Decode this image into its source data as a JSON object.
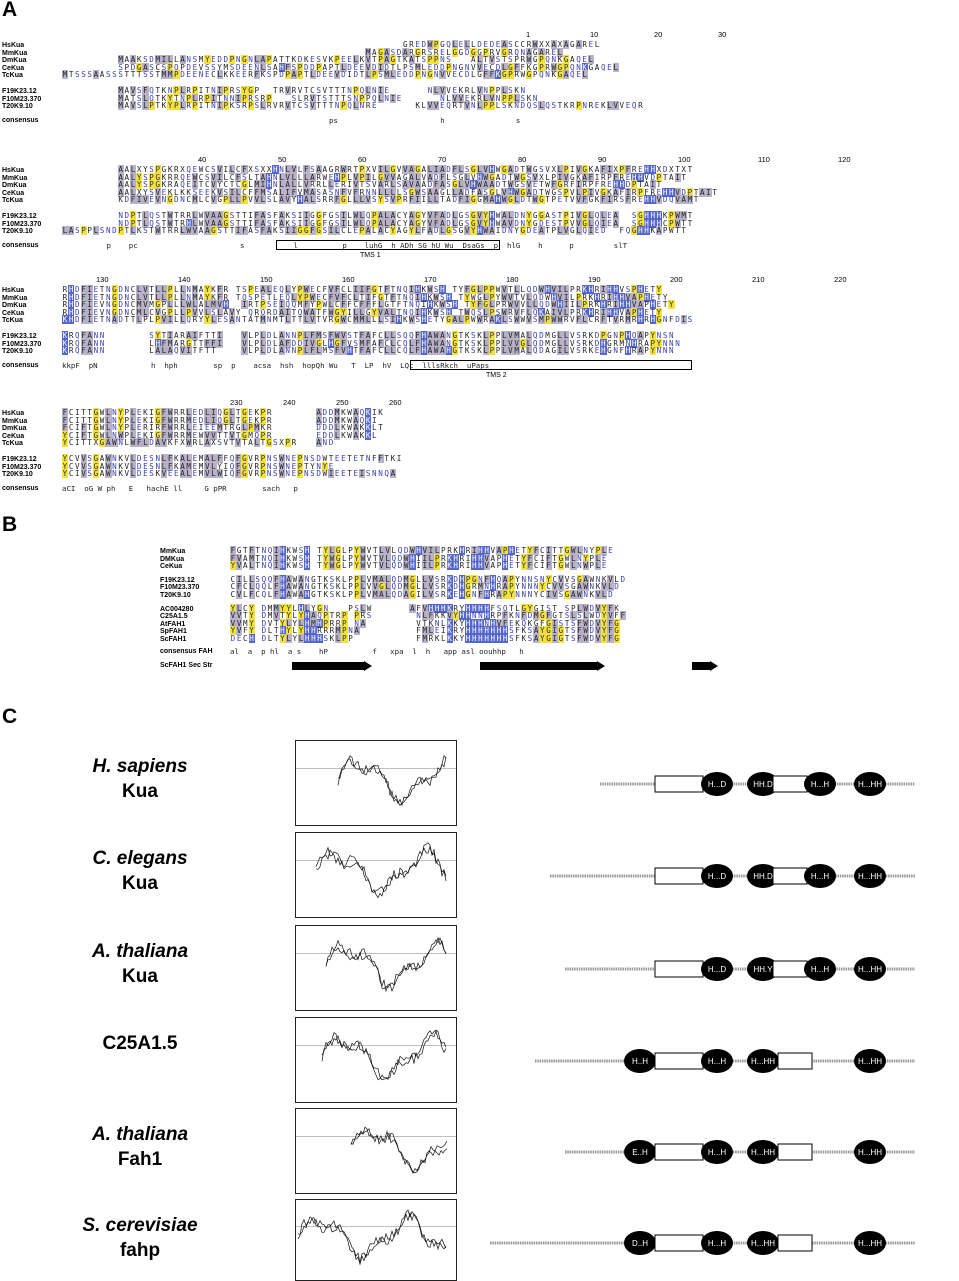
{
  "panels": {
    "a": "A",
    "b": "B",
    "c": "C"
  },
  "blockA1": {
    "numbers": [
      "1",
      "10",
      "20",
      "30"
    ],
    "names": [
      "HsKua",
      "MmKua",
      "DmKua",
      "CeKua",
      "TcKua"
    ],
    "names2": [
      "F19K23.12",
      "F10M23.370",
      "T20K9.10"
    ],
    "consensus_label": "consensus",
    "rows": [
      "                                                       GREDWPGQLELLDEDEASCCRWXXAXAGAREL",
      "                                                 MAGASDARGRSRELGGDGGPRVGRQNAGAREL",
      "         MAAKSDMILLANSMYEDDPNGNLAPATTKDKESVKPEELKVTPAGTKATSPPNS   ALTVSTSPRWGPQNKGAQEL",
      "         SPDGASCSPQPDEVSSYMSDEENLSAHFSPDDPAPTLDEEVDIDTLPSMLEDDPNGNVVECDLGFFKGPRWGPQNKGAQEL",
      "MTSSSAASSSTTTSSTMMPDEENECLKKEERFKSPDPAPTLDEEVDIDTLPSMLEDDPNGNVVECDLGFFKGPRWGPQNKGAQEL"
    ],
    "rows2": [
      "         MAVSFQTKNPLRPITNIPRSYGP  TRVRVTCSVTTTNPQLNIE      NLVVEKRLVNPPLSKN",
      "         MATSLQTKYTNPLRPITNNIPRSRP   SLRVTSTTTSNPPQLNIE      NLVVEKRLVNPPLSKN",
      "         MAVSLPTKYPLRPITNIPKSRPSLRVRVTCSVTTTNPQLNRE      KLVVEQRTVNLPPLSKNDQSLQSTKRPNREKLVVEQR"
    ],
    "consensus": "                                                            ps                       h                s"
  },
  "blockA2": {
    "numbers": [
      "40",
      "50",
      "60",
      "70",
      "80",
      "90",
      "100",
      "110",
      "120"
    ],
    "names": [
      "HsKua",
      "MmKua",
      "DmKua",
      "CeKua",
      "TcKua"
    ],
    "names2": [
      "F19K23.12",
      "F10M23.370",
      "T20K9.10"
    ],
    "consensus_label": "consensus",
    "rows": [
      "         AALXYSPGKRXQEWCSVILCFXSXXHNLVLFSAAGRWRTPXVILGVVAGALIADFLSGLVHWGADTWGSVXLPIVGKAFIXPFREHHXDXTXT",
      "         AALYSPGKRRQEWCSVILCFSLTAHNLVLLLARWEHPLVPILGVVAGALVADFLSGLVHWGADTWGSVXLPIVGKAFIRPFREHHVDPTAIT",
      "         AALYSPGKRAQEITCVYCTCGLMIHNLALLVRRLLERIVTSVARLSAVAADFASGLVHWAADTWGSVETWFGRFIRPFREHHDPTAIT",
      "         AALXYSVEKLKKSEEKVSILCFFMSALIFVMASASNFVFRNNLLLLSGWSAAGLLADFASGLVHWGADTWGSPVLPIVGKAFIRPFREHHVDPTAIT",
      "         KDFIVEVNGDNCMLCVGPLLPVVLSLAVYHALSRRFGLLLVSYSVPRFIILLTADFIGGMAHWGLDTWGTPETVVFGKFIRSFREHHVDQVAMT"
    ],
    "rows2": [
      "         NDPTLQSTWTRRLWVAAGSTTIFASFAKSIIGGFGSILWLQPALACYAGYVFADLGSGVYHWALDNYGGASTPIVGLQLEA  SGHHHKPWMT",
      "         NDPTLQSTWTRHLWVAAGSTTIFASFAKSIIGGFGSILWLQPALACYAGYVFADLGSGVYHWAVDNYGDESTPVVGLQIEA  SGHHHCPWTT",
      "LASPPLSNDPTLKSTWTRRLWVAAGSTTIFASFAKSIIGGFGSILCLEPALACYAGYLFADLGSGVYHWAIDNYGDEATPLVGLQIED  FQGHHKAPWTT"
    ],
    "consensus": "          p    pc                       s           l          p    luhG  h ADh SG hU Wu  DsaGs  p  hlG    h      p         slT",
    "tms": "TMS 1"
  },
  "blockA3": {
    "numbers": [
      "130",
      "140",
      "150",
      "160",
      "170",
      "180",
      "190",
      "200",
      "210",
      "220"
    ],
    "names": [
      "HsKua",
      "MmKua",
      "DmKua",
      "CeKua",
      "TcKua"
    ],
    "names2": [
      "F19K23.12",
      "F10M23.370",
      "T20K9.10"
    ],
    "consensus_label": "consensus",
    "rows": [
      "RHDFIETNGDNCLVTLLPLLNMAYKFR TSPEALEQLYPWECFVFCLIIFGTFTNQIHKWSH TYFGLPPWVTLLQDWHVILPRKHRIHHVSPHETY",
      "RHDFIETNGDNCLVTLLPLLNMAYKFR TQSPETLEQLYPWECFVFCLTIFGTFTNQIHKWSH TYWGLPYWVTVLQDWHVILPRKHRIHHVAPHETY",
      "RHDFIEVNGDNCMVMGPLLLWLALMVH  IRTPSEIQQMFYPWLCFFCFFFLGTFTNQIHKWSH TYFGLPRWVVLLQDWHIILPRKHRIHHVAPHETY",
      "RHDFIEVNGDNCMLCVGPLLPVVLSLAVY QRQRDAITQWATFWGYILLGYVALTNQIHKWSH TWQSLPSWRVFLQKAIVLPRKHRIHHVAPHETY",
      "KHDFIETNADTTLPLPVILLQRYYLESANTATMNMTLTTLVTVRGWCMMLLLSIHKWSHETYGALPWWRAKLSWWVSMPWWRVFLCRFTVRMRHRHGNFDIS"
    ],
    "rows2": [
      "KRQFANN       SYTIARAIFTTI   VLPLDLANNPLFMSFWVSTFAFCLLSQQFHAWANGTKSKLPPLVMALQDMGLLVSRKDPGNPHQAPYNSN",
      "KRQFANN       LHFMARGTTFFI   VLPLDLAFDDIVGLHGFVSMFAFCLCQLFHAWANGTKSKLPPLVVGLQDMGLLVSRKDHGRMNHRAPYNNN",
      "KRQFANN       LALAQVITFTT    VLPLDLANNPLFLMSFVHTFAFCLLCQLFHAWAHGTKSKLPPLVMALQDAGILVSRKEHGNFHRAPYNNN"
    ],
    "consensus": "kkpF  pN            h  hph        sp  p    acsa  hsh  hopQh Wu   T  LP  hV  LQc  lllsRkch  uPaps",
    "tms": "TMS 2"
  },
  "blockA4": {
    "numbers": [
      "230",
      "240",
      "250",
      "260"
    ],
    "names": [
      "HsKua",
      "MmKua",
      "DmKua",
      "CeKua",
      "TcKua"
    ],
    "names2": [
      "F19K23.12",
      "F10M23.370",
      "T20K9.10"
    ],
    "consensus_label": "consensus",
    "rows": [
      "FCITTGWLNYPLEKIGFWRRLEDLIQGLTGEKPR       ADDMKWAQKIK",
      "FCITTGWLNYPLEKIGFWRRMEDLIQGLTGEKPR       ADDMKWAQKI",
      "FCIFTGWLNYPLERIRFWRRLEIEEMTRGLPMKR       DDDLKWAKKLT",
      "YCIFTGWLNWPLEKIGFWRRMEWVVTTVTGMQPR       EDDLKWAKKL",
      "YCITTXGAWNLWFLDAVKFXWRLAXSVTVTALTGSXPR   AND"
    ],
    "rows2": [
      "YCVVSGAWNKVLDESNLFKALEMALFFQFGVRPNSWNEPNSDWTEETETNFFTKI",
      "YCVVSGAWNKVLDESNLFKAMEMVLYIQFGVRPNSWNEPTYNYE",
      "YCIVSGAWNKVLDESKVEEALEMVLWIQFGVRPNSWNEPNSDWIEETEISNNQA"
    ],
    "consensus": "aCI  oG W ph   E   hachE ll     G pPR        sach   p"
  },
  "blockB": {
    "names": [
      "MmKua",
      "DMKua",
      "CeKua"
    ],
    "names2": [
      "F19K23.12",
      "F10M23.370",
      "T20K9.10"
    ],
    "names3": [
      "AC004280",
      "C25A1.5",
      "AtFAH1",
      "SpFAH1",
      "ScFAH1"
    ],
    "consensus_label": "consensus FAH",
    "secstr_label": "ScFAH1 Sec Str",
    "rows": [
      "FGTFTNQIHKWSH TYLGLPYWVTLVLQDWHVILPRKHRIHHVAPHETYFCITTGWLNYPLE",
      "FVAMTNQIHKWSH TYWGLPYWVTVLQDWHIILPRKHRIHHVAPHETYFCIFTGWLNYPLE",
      "YVALTNQIHKWSH TYWGLPYWVTVLQDWHIILPRKHRIHHVAPHETYFCIFTGWLNWPLE"
    ],
    "rows2": [
      "CILLSQQFHAWANGTKSKLPPLVMALQDMGLLVSRKDHPGNFHQAPYNNSNYCVVSGAWNKVLD",
      "CFCLQQLFHAWANGTKSKLPPLVVGLQDMGLLVSRKDHGRMNHRAPYNNNYCVVSGAWNKVLD",
      "CVLFCQLFHAWAHGTKSKLPPLVMALQDAGILVSRKEHGNFHRAPYNNNYCIVSGAWNKVLD"
    ],
    "rows3": [
      "YLCY DMMYYLHLYGN   PSLW      AFVHHHKRYHHHHFSQTLGYGIST SPLWDVYFK",
      "VVTY DMVTYLYHAQPTRP PRS       NLFKKVYHHNNHRPFKNFDMGFGTSLSLWDYVFF",
      "VVMY DVTYLYLHMHPRRP NA        VTKNLKKYHHHNHVFEKQKGFGISTSFWDVYFG",
      "YVFY DLTHYLYHHRRRMPNA         FMLEIKRYHHHHHHHSFKSAYGIGTSFWDVYFG",
      "DECH DLTYLYLHHHSKLPP          FMRKLKKYHHHHHHHSFKSAYGIGTSFWDVYFG"
    ],
    "consensus": "al  a  p hl  a s    hP          f   xpa  l  h   app asl oouhhp   h"
  },
  "panelC": {
    "organisms": [
      {
        "line1": "H. sapiens",
        "line2": "Kua",
        "italic": true
      },
      {
        "line1": "C. elegans",
        "line2": "Kua",
        "italic": true
      },
      {
        "line1": "A. thaliana",
        "line2": "Kua",
        "italic": true
      },
      {
        "line1": "C25A1.5",
        "line2": "",
        "italic": false
      },
      {
        "line1": "A. thaliana",
        "line2": "Fah1",
        "italic": true
      },
      {
        "line1": "S. cerevisiae",
        "line2": "fahp",
        "italic": true
      }
    ],
    "topologies": [
      [
        "H...D",
        "HH.D",
        "H...H",
        "H...HH"
      ],
      [
        "H...D",
        "HH.D",
        "H...H",
        "H...HH"
      ],
      [
        "H...D",
        "HH.Y",
        "H...H",
        "H...HH"
      ],
      [
        "H..H",
        "H...H",
        "H...HH",
        "H...HH"
      ],
      [
        "E..H",
        "H...H",
        "H...HH",
        "H...HH"
      ],
      [
        "D..H",
        "H...H",
        "H...HH",
        "H...HH"
      ]
    ]
  },
  "colors": {
    "gray": "#b8b2c8",
    "yellow": "#f3e23a",
    "blue": "#5566cc"
  }
}
